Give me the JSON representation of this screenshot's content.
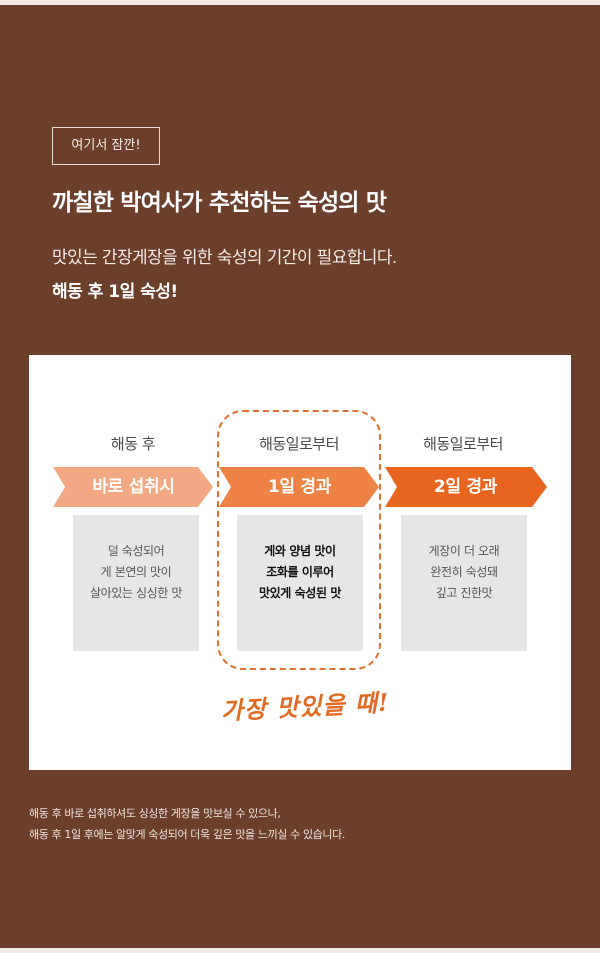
{
  "header": {
    "tag": "여기서 잠깐!",
    "headline": "까칠한 박여사가 추천하는 숙성의 맛",
    "subline": "맛있는 간장게장을 위한 숙성의 기간이 필요합니다.",
    "subline_bold": "해동 후 1일 숙성!"
  },
  "steps": [
    {
      "label": "해동 후",
      "arrow": "바로 섭취시",
      "desc": [
        "덜 숙성되어",
        "게 본연의 맛이",
        "살아있는 싱싱한 맛"
      ],
      "color": "#f2a882"
    },
    {
      "label": "해동일로부터",
      "arrow": "1일 경과",
      "desc": [
        "게와 양념 맛이",
        "조화를 이루어",
        "맛있게 숙성된 맛"
      ],
      "color": "#ee8244"
    },
    {
      "label": "해동일로부터",
      "arrow": "2일 경과",
      "desc": [
        "게장이 더 오래",
        "완전히 숙성돼",
        "깊고 진한맛"
      ],
      "color": "#e8651f"
    }
  ],
  "highlight_text": "가장 맛있을 때!",
  "footnote": [
    "해동 후 바로 섭취하셔도 싱싱한 게장을 맛보실 수 있으나,",
    "해동 후 1일 후에는 알맞게 숙성되어 더욱 깊은 맛을 느끼실 수 있습니다."
  ],
  "colors": {
    "background": "#6b3f2c",
    "card": "#ffffff",
    "desc_box": "#e6e6e6",
    "accent": "#e36f2c"
  }
}
